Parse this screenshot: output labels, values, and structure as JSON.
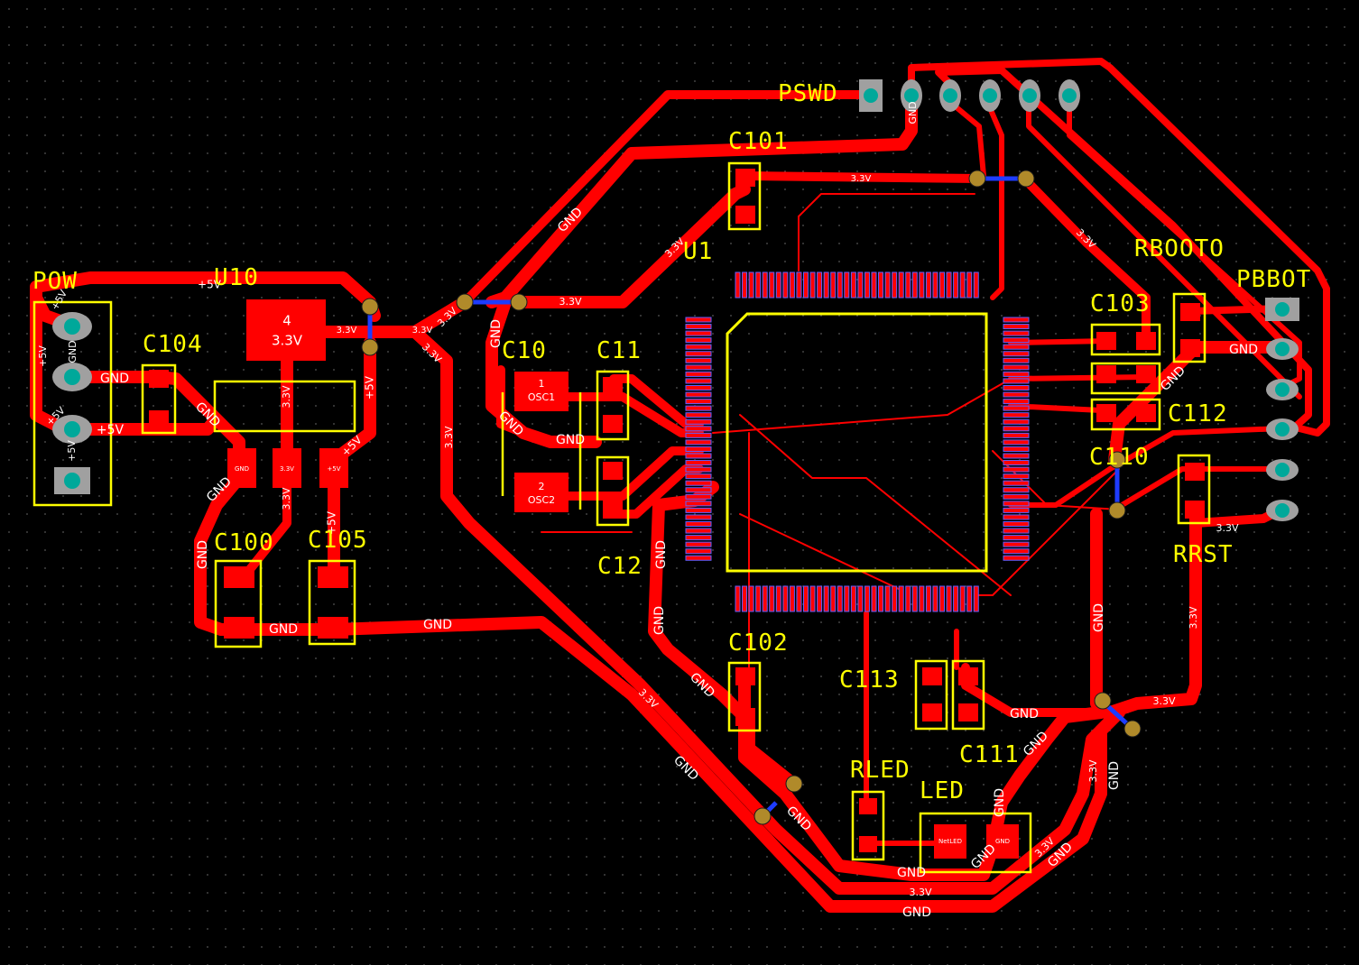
{
  "components": {
    "pow": "POW",
    "u10": "U10",
    "c104": "C104",
    "c100": "C100",
    "c105": "C105",
    "c10": "C10",
    "c11": "C11",
    "c12": "C12",
    "c101": "C101",
    "u1": "U1",
    "c102": "C102",
    "c113": "C113",
    "c111": "C111",
    "rled": "RLED",
    "led": "LED",
    "pswd": "PSWD",
    "rbooto": "RBOOTO",
    "pbbot": "PBBOT",
    "c103": "C103",
    "c112": "C112",
    "c110": "C110",
    "rrst": "RRST"
  },
  "pads": {
    "u10_tab_num": "4",
    "u10_tab_net": "3.3V",
    "osc1_num": "1",
    "osc1_net": "OSC1",
    "osc2_num": "2",
    "osc2_net": "OSC2",
    "u10_p1": "GND",
    "u10_p2": "3.3V",
    "u10_p3": "+5V",
    "led_p1": "NetLED",
    "led_p2": "GND"
  },
  "nets": {
    "gnd": "GND",
    "v33": "3.3V",
    "v5": "+5V"
  },
  "colors": {
    "background": "#000000",
    "copper": "#ff0000",
    "silkscreen": "#ffff00",
    "via": "#b08a2a",
    "bottom_layer": "#1e3cff"
  }
}
